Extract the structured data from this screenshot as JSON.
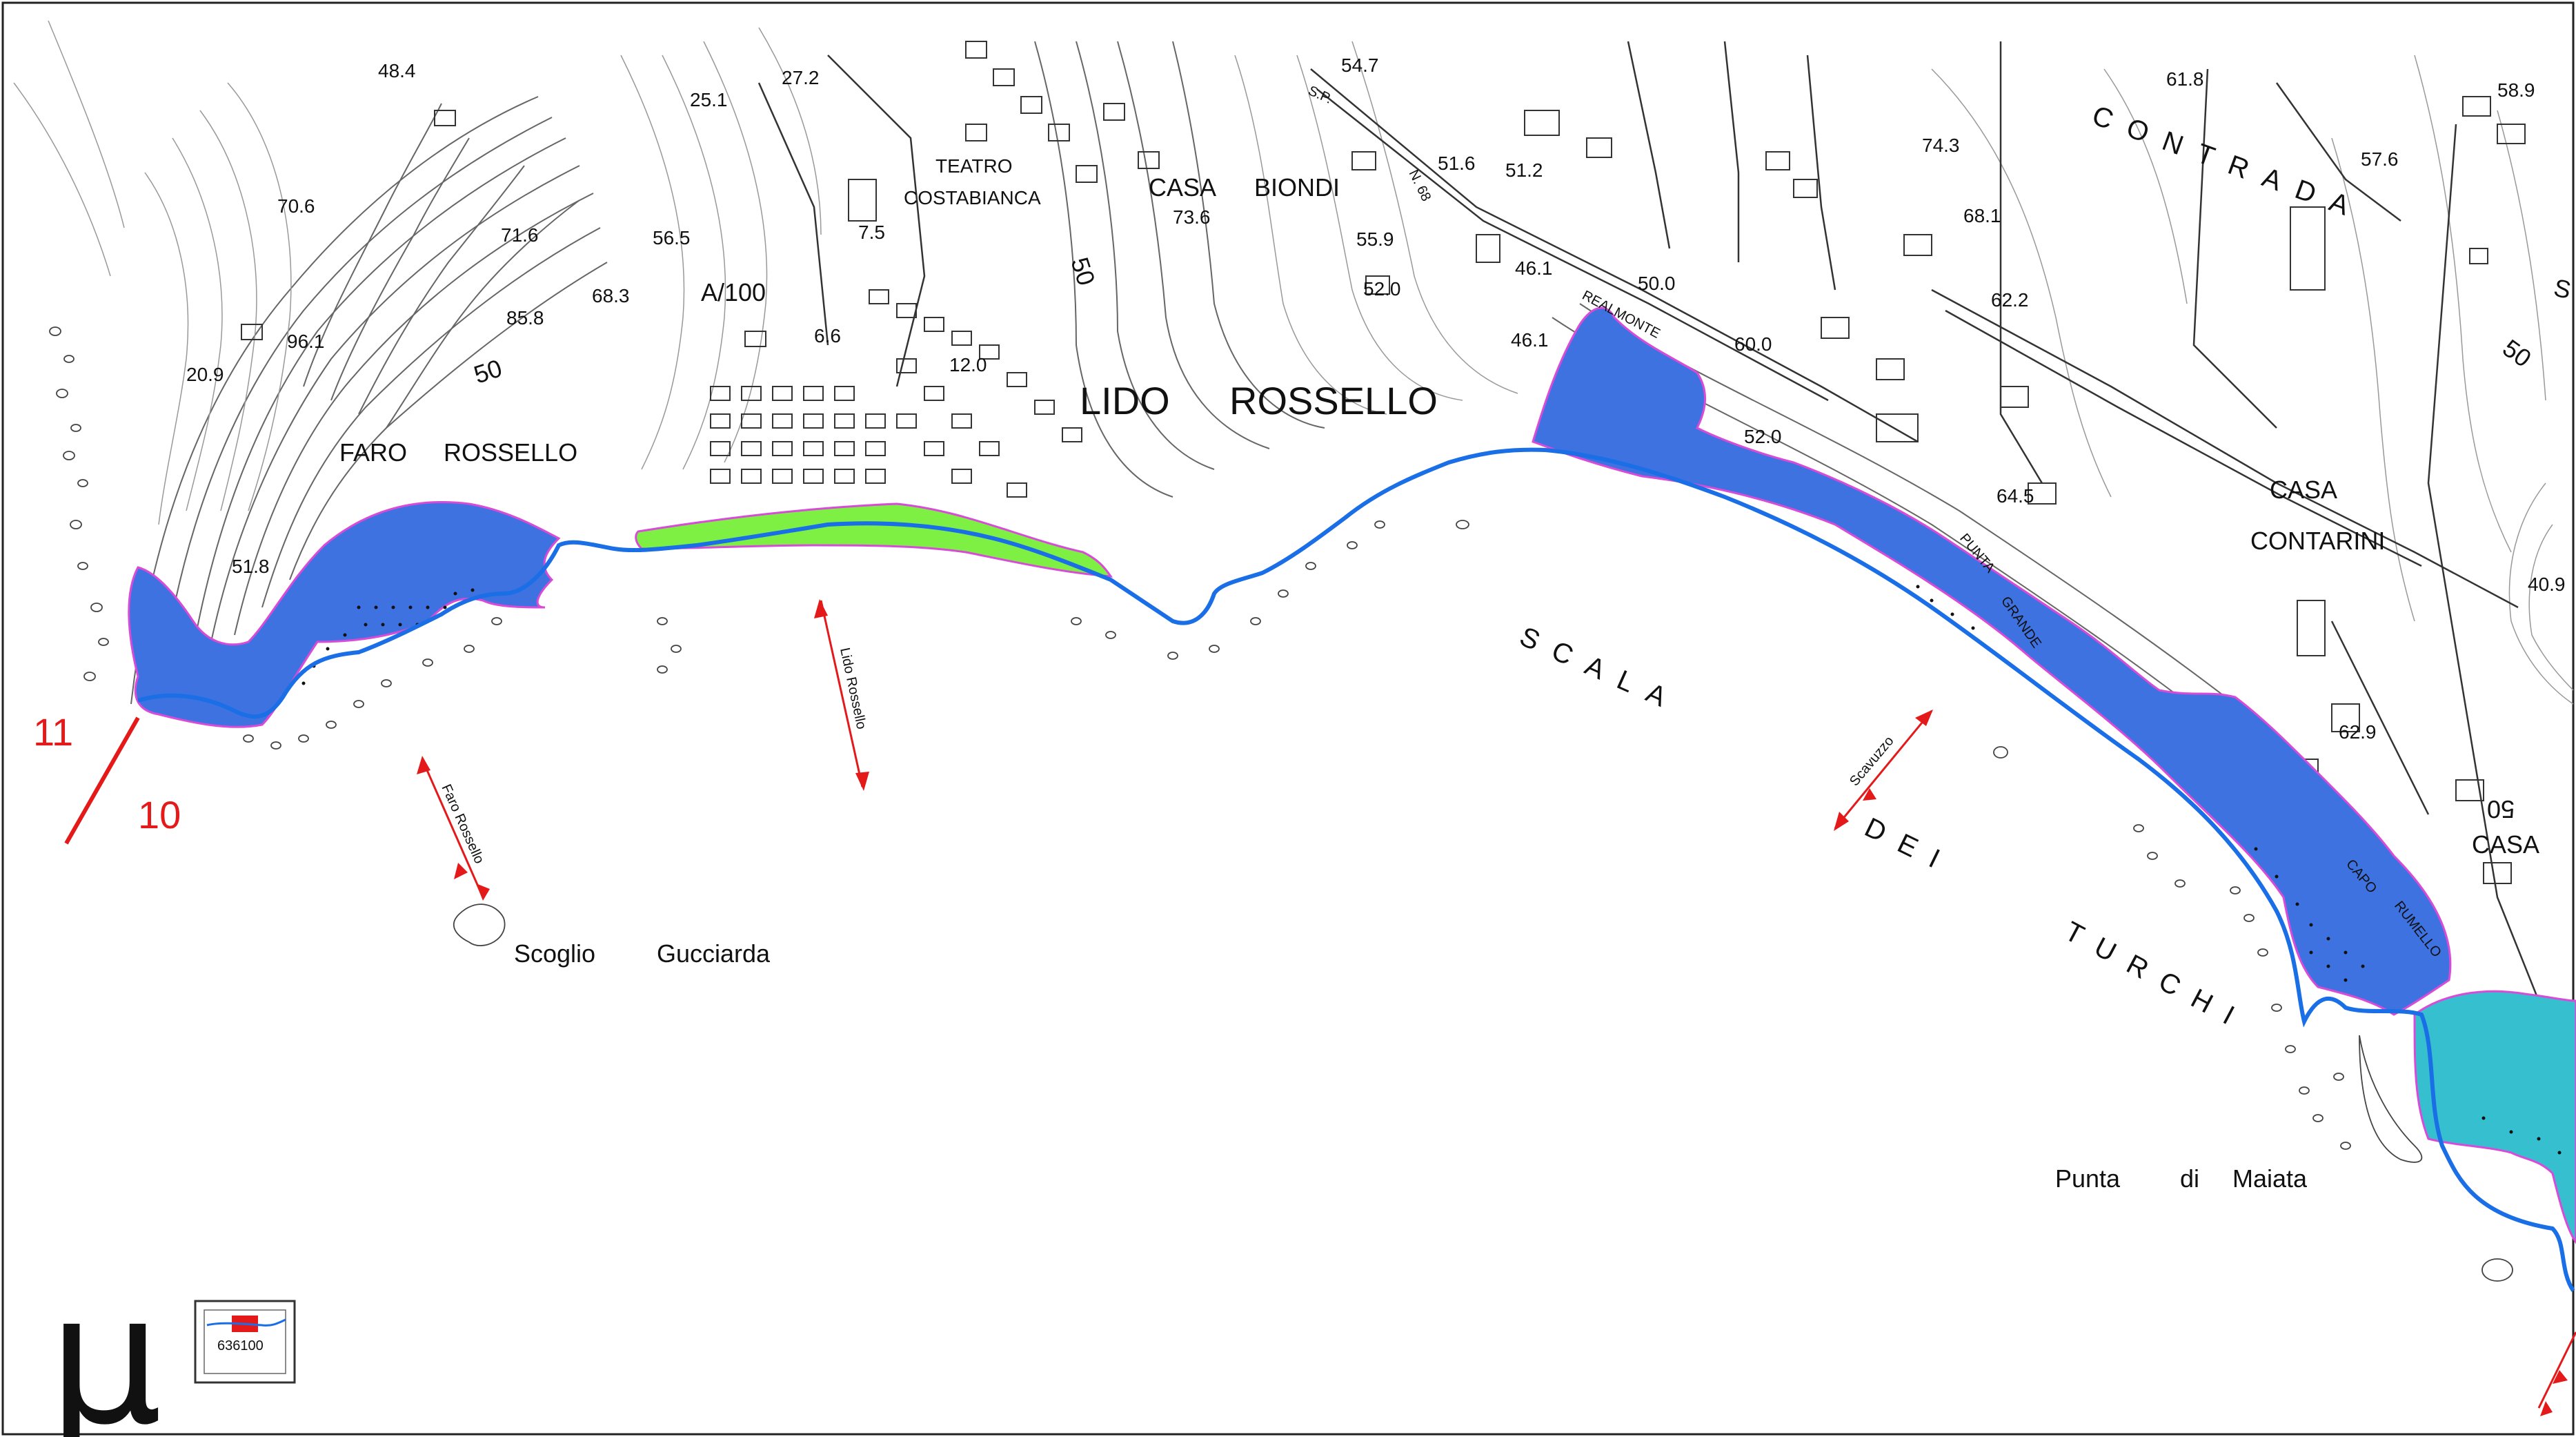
{
  "colors": {
    "cliff_zone": "#3e72e0",
    "beach_zone": "#7ef043",
    "cyan_zone": "#36bfcf",
    "coastline": "#1a6ee6",
    "zone_border": "#d84bd8",
    "section_line": "#e41a1a",
    "transect_arrow": "#e41a1a"
  },
  "section_labels": {
    "left_north": "11",
    "left_south": "10"
  },
  "place_names": {
    "faro": "FARO",
    "rossello_faro": "ROSSELLO",
    "lido": "LIDO",
    "rossello_lido": "ROSSELLO",
    "teatro": "TEATRO",
    "costabianca": "COSTABIANCA",
    "casa_biondi_1": "CASA",
    "casa_biondi_2": "BIONDI",
    "casa_contarini_1": "CASA",
    "casa_contarini_2": "CONTARINI",
    "casa_right": "CASA",
    "contrada": "CONTRADA",
    "scala": "SCALA",
    "dei": "DEI",
    "turchi": "TURCHI",
    "scoglio": "Scoglio",
    "gucciarda": "Gucciarda",
    "punta_maiata_1": "Punta",
    "punta_maiata_2": "di",
    "punta_maiata_3": "Maiata",
    "punta_grande_1": "PUNTA",
    "punta_grande_2": "GRANDE",
    "capo_rumello_1": "CAPO",
    "capo_rumello_2": "RUMELLO",
    "realmonte": "REALMONTE",
    "sp": "S.P.",
    "road_n": "N. 68",
    "a100": "A/100",
    "s_edge": "S"
  },
  "transect_labels": {
    "faro_rossello": "Faro Rossello",
    "lido_rossello": "Lido Rossello",
    "scavuzzo": "Scavuzzo"
  },
  "elevations": {
    "e48_4": "48.4",
    "e27_2": "27.2",
    "e25_1": "25.1",
    "e54_7": "54.7",
    "e61_8": "61.8",
    "e58_9": "58.9",
    "e74_3": "74.3",
    "e57_6": "57.6",
    "e70_6": "70.6",
    "e71_6": "71.6",
    "e56_5": "56.5",
    "e68_3": "68.3",
    "e85_8": "85.8",
    "e96_1": "96.1",
    "e20_9": "20.9",
    "e7_5": "7.5",
    "e6_6": "6.6",
    "e12_0": "12.0",
    "e73_6": "73.6",
    "e55_9": "55.9",
    "e52_0a": "52.0",
    "e51_6": "51.6",
    "e51_2": "51.2",
    "e46_1a": "46.1",
    "e46_1b": "46.1",
    "e50_0": "50.0",
    "e60_0": "60.0",
    "e68_1": "68.1",
    "e62_2": "62.2",
    "e52_0b": "52.0",
    "e64_5": "64.5",
    "e51_8": "51.8",
    "e40_9": "40.9",
    "e62_9": "62.9"
  },
  "contour_labels": {
    "c50_a": "50",
    "c50_b": "50",
    "c50_c": "50",
    "c50_d": "50"
  },
  "north_symbol": "μ",
  "inset_map_label": "636100"
}
